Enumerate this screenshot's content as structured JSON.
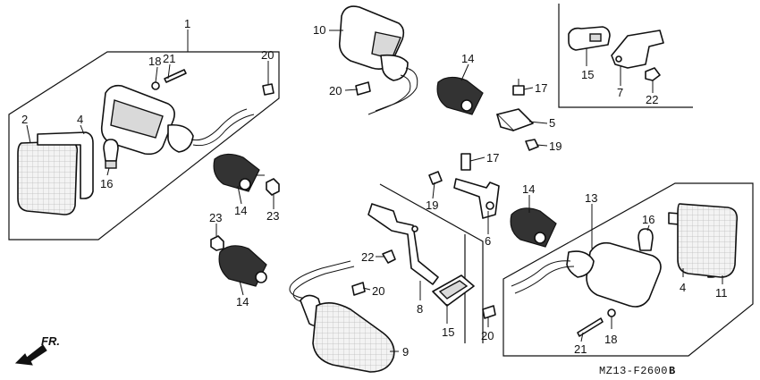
{
  "diagram": {
    "callouts": [
      {
        "id": "c1",
        "text": "1"
      },
      {
        "id": "c2",
        "text": "2"
      },
      {
        "id": "c4a",
        "text": "4"
      },
      {
        "id": "c16a",
        "text": "16"
      },
      {
        "id": "c18a",
        "text": "18"
      },
      {
        "id": "c21a",
        "text": "21"
      },
      {
        "id": "c20a",
        "text": "20"
      },
      {
        "id": "c14a",
        "text": "14"
      },
      {
        "id": "c23a",
        "text": "23"
      },
      {
        "id": "c23b",
        "text": "23"
      },
      {
        "id": "c14b",
        "text": "14"
      },
      {
        "id": "c10",
        "text": "10"
      },
      {
        "id": "c20b",
        "text": "20"
      },
      {
        "id": "c14c",
        "text": "14"
      },
      {
        "id": "c17a",
        "text": "17"
      },
      {
        "id": "c5",
        "text": "5"
      },
      {
        "id": "c19a",
        "text": "19"
      },
      {
        "id": "c17b",
        "text": "17"
      },
      {
        "id": "c19b",
        "text": "19"
      },
      {
        "id": "c6",
        "text": "6"
      },
      {
        "id": "c14d",
        "text": "14"
      },
      {
        "id": "c15a",
        "text": "15"
      },
      {
        "id": "c7",
        "text": "7"
      },
      {
        "id": "c22a",
        "text": "22"
      },
      {
        "id": "c22b",
        "text": "22"
      },
      {
        "id": "c20c",
        "text": "20"
      },
      {
        "id": "c8",
        "text": "8"
      },
      {
        "id": "c15b",
        "text": "15"
      },
      {
        "id": "c20d",
        "text": "20"
      },
      {
        "id": "c9",
        "text": "9"
      },
      {
        "id": "c13",
        "text": "13"
      },
      {
        "id": "c16b",
        "text": "16"
      },
      {
        "id": "c4b",
        "text": "4"
      },
      {
        "id": "c11",
        "text": "11"
      },
      {
        "id": "c21b",
        "text": "21"
      },
      {
        "id": "c18b",
        "text": "18"
      }
    ],
    "direction_label": "FR.",
    "diagram_code": "MZ13-F2600",
    "revision": "B"
  }
}
